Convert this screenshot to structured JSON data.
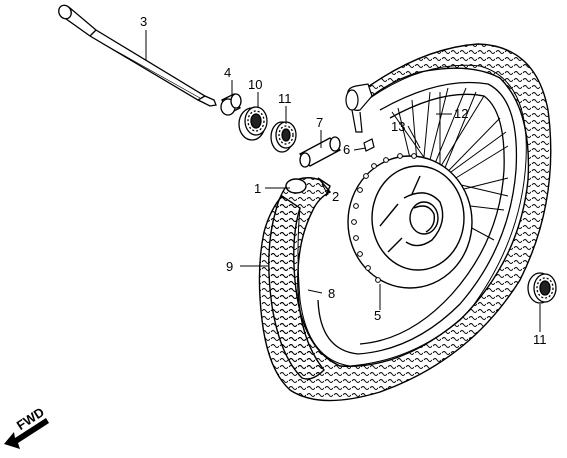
{
  "callouts": {
    "c1": "1",
    "c2": "2",
    "c3": "3",
    "c4": "4",
    "c5": "5",
    "c6": "6",
    "c7": "7",
    "c8": "8",
    "c9": "9",
    "c10": "10",
    "c11_upper": "11",
    "c11_lower": "11",
    "c12": "12",
    "c13": "13"
  },
  "direction_label": "FWD",
  "colors": {
    "ink": "#000000",
    "paper": "#ffffff"
  }
}
